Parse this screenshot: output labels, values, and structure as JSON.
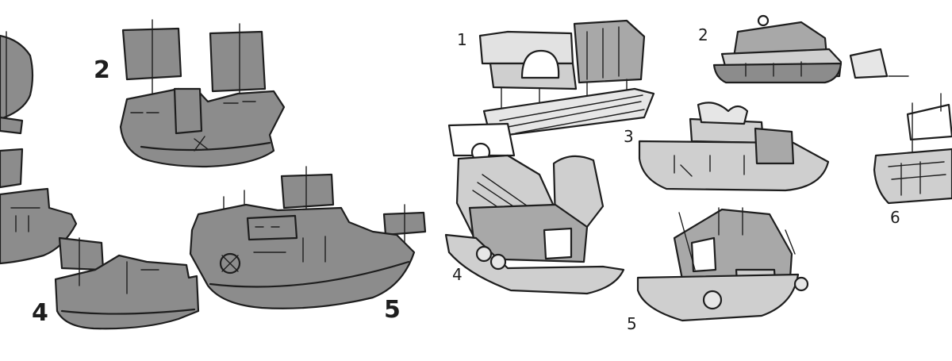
{
  "sketch_labels": {
    "left_2": "2",
    "left_4": "4",
    "left_5": "5",
    "right_1": "1",
    "right_2": "2",
    "right_3": "3",
    "right_4": "4",
    "right_5": "5",
    "right_6": "6"
  },
  "colors": {
    "background": "#ffffff",
    "ink": "#1e1e1e",
    "fill_dark": "#8c8c8c",
    "fill_mid": "#a8a8a8",
    "fill_light": "#cfcfcf"
  }
}
